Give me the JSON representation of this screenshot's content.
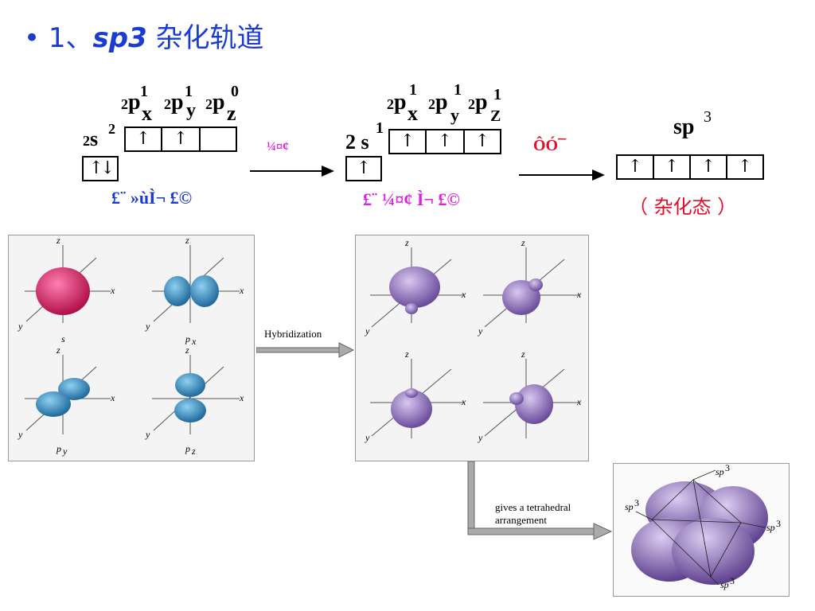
{
  "title": {
    "bullet": "•",
    "number": "1、",
    "italic": "sp3",
    "rest": " 杂化轨道"
  },
  "stage1": {
    "s_label": "2s",
    "s_sup": "2",
    "p_labels": [
      {
        "pre": "2",
        "main": "p",
        "sub": "x",
        "sup": "1"
      },
      {
        "pre": "2",
        "main": "p",
        "sub": "y",
        "sup": "1"
      },
      {
        "pre": "2",
        "main": "p",
        "sub": "z",
        "sup": "0"
      }
    ],
    "caption": "£¨ »ùÌ¬ £©",
    "s_box": "↑↓",
    "p_boxes": [
      "↑",
      "↑",
      ""
    ]
  },
  "arrow1_label": "¼¤¢",
  "stage2": {
    "s_label": "2 s",
    "s_sup": "1",
    "p_labels": [
      {
        "pre": "2",
        "main": "p",
        "sub": "x",
        "sup": "1"
      },
      {
        "pre": "2",
        "main": "p",
        "sub": "y",
        "sup": "1"
      },
      {
        "pre": "2",
        "main": "p",
        "sub": "Z",
        "sup": "1"
      }
    ],
    "caption": "£¨ ¼¤¢ Ì¬ £©",
    "s_box": "↑",
    "p_boxes": [
      "↑",
      "↑",
      "↑"
    ]
  },
  "arrow2_label": "ÔÓ¯",
  "stage3": {
    "label": "sp",
    "sup": "3",
    "boxes": [
      "↑",
      "↑",
      "↑",
      "↑"
    ],
    "caption": "（  杂化态  ）"
  },
  "panel_left": {
    "orbitals": [
      {
        "name": "s",
        "color": "#d0185a"
      },
      {
        "name": "p",
        "sub": "x",
        "color": "#2a7fb5"
      },
      {
        "name": "p",
        "sub": "y",
        "color": "#2a7fb5"
      },
      {
        "name": "p",
        "sub": "z",
        "color": "#2a7fb5"
      }
    ],
    "axis_x": "x",
    "axis_y": "y",
    "axis_z": "z"
  },
  "hybridization_label": "Hybridization",
  "tetra_label_1": "gives a tetrahedral",
  "tetra_label_2": "arrangement",
  "tetra_sp3": "sp",
  "tetra_sup": "3",
  "colors": {
    "title": "#1a3ccf",
    "caption1": "#1a3ccf",
    "caption2": "#e020e0",
    "arrow1": "#e020e0",
    "arrow2": "#e0102a",
    "caption3": "#e0102a",
    "hybrid": "#7a5ba8"
  }
}
